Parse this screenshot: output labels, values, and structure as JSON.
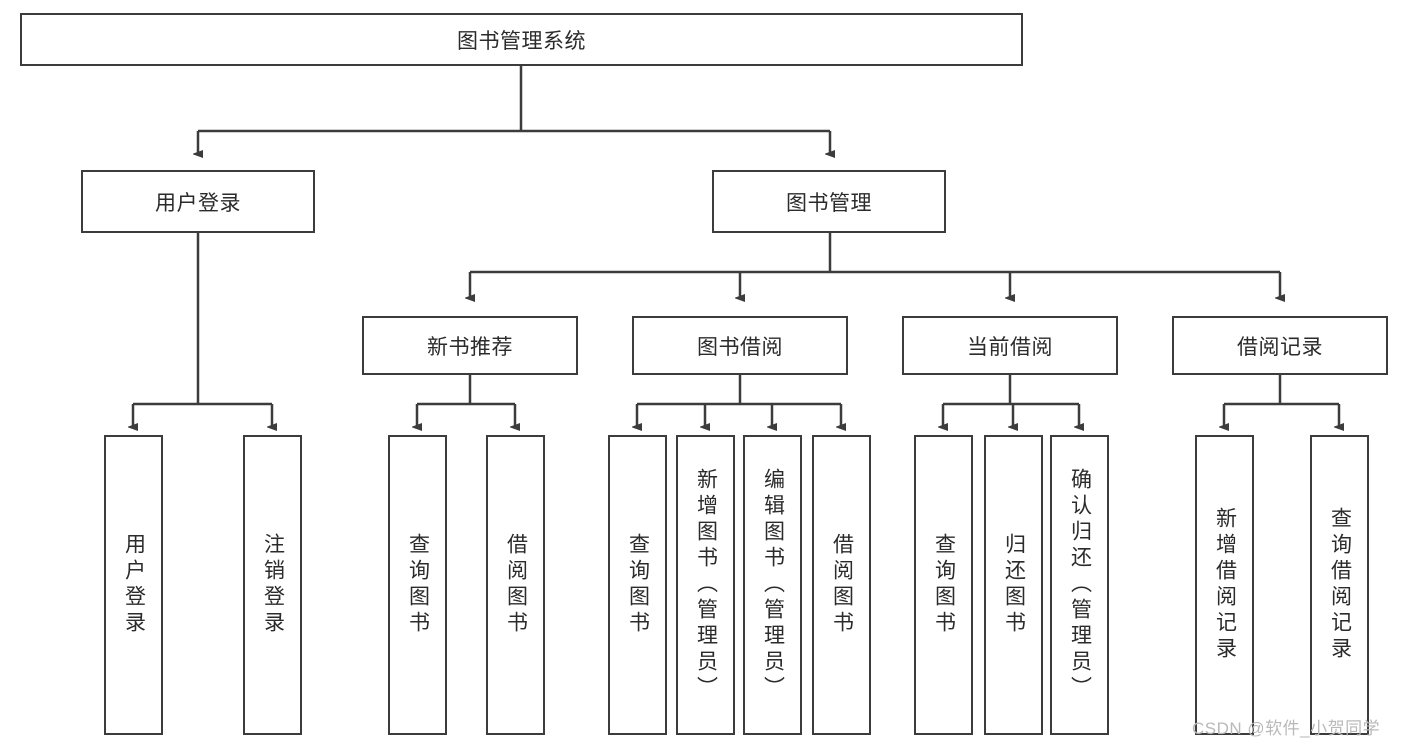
{
  "diagram": {
    "type": "tree-hierarchy",
    "title_node": {
      "label": "图书管理系统"
    },
    "level2": [
      {
        "label": "用户登录"
      },
      {
        "label": "图书管理"
      }
    ],
    "level3": [
      {
        "label": "新书推荐"
      },
      {
        "label": "图书借阅"
      },
      {
        "label": "当前借阅"
      },
      {
        "label": "借阅记录"
      }
    ],
    "leaves": {
      "user_login": [
        {
          "label": "用户登录"
        },
        {
          "label": "注销登录"
        }
      ],
      "new_book_recommend": [
        {
          "label": "查询图书"
        },
        {
          "label": "借阅图书"
        }
      ],
      "book_borrow": [
        {
          "label": "查询图书"
        },
        {
          "label": "新增图书（管理员）"
        },
        {
          "label": "编辑图书（管理员）"
        },
        {
          "label": "借阅图书"
        }
      ],
      "current_borrow": [
        {
          "label": "查询图书"
        },
        {
          "label": "归还图书"
        },
        {
          "label": "确认归还（管理员）"
        }
      ],
      "borrow_record": [
        {
          "label": "新增借阅记录"
        },
        {
          "label": "查询借阅记录"
        }
      ]
    }
  },
  "watermark": {
    "text": "CSDN @软件_小贺同学"
  },
  "colors": {
    "stroke": "#3c3c3c",
    "fill": "#ffffff",
    "text": "#2b2b2b",
    "watermark": "#b9b9b9"
  }
}
